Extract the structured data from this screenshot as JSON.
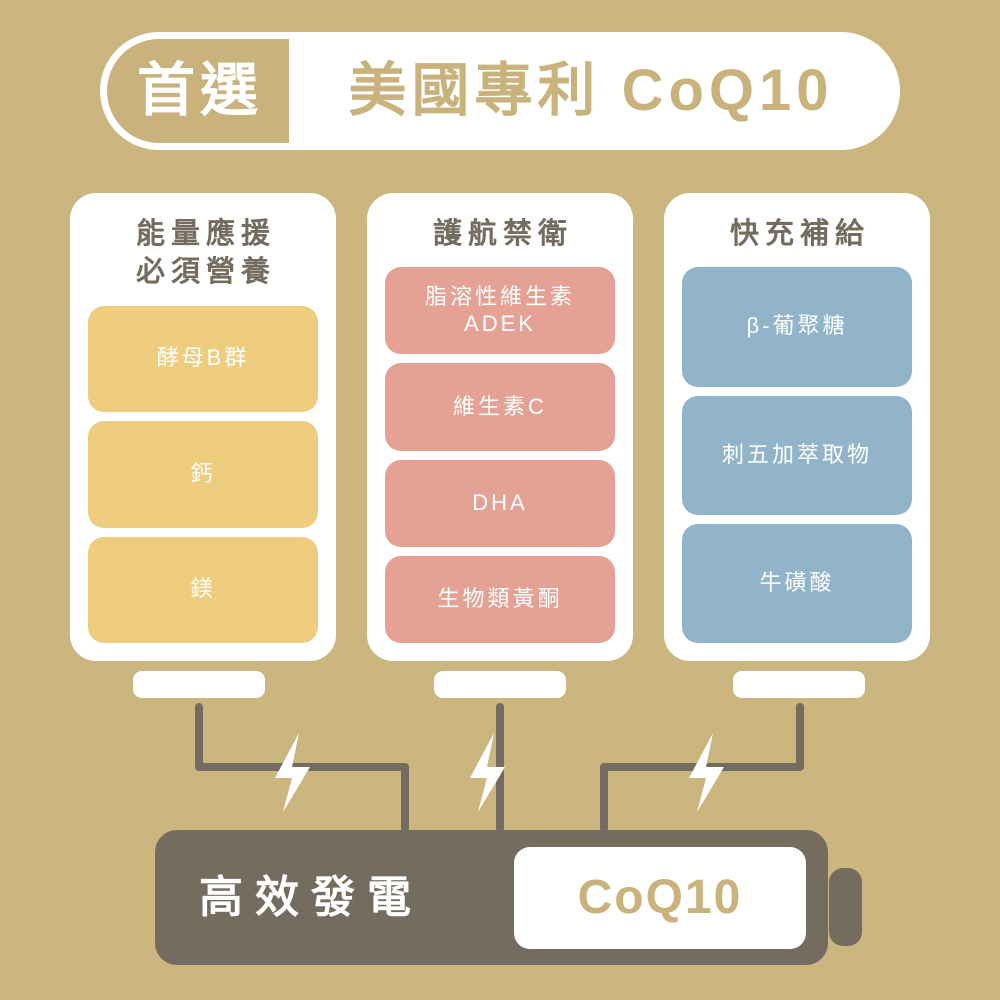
{
  "background_color": "#cbb67f",
  "header": {
    "badge_label": "首選",
    "title": "美國專利 CoQ10",
    "badge_bg": "#c9b27c",
    "badge_text_color": "#ffffff",
    "title_color": "#c9b27c"
  },
  "columns": [
    {
      "title": "能量應援\n必須營養",
      "accent_color": "#eecd7e",
      "items": [
        {
          "label": "酵母B群"
        },
        {
          "label": "鈣"
        },
        {
          "label": "鎂"
        }
      ]
    },
    {
      "title": "護航禁衛",
      "accent_color": "#e5a294",
      "items": [
        {
          "label": "脂溶性維生素\nADEK"
        },
        {
          "label": "維生素C"
        },
        {
          "label": "DHA"
        },
        {
          "label": "生物類黃酮"
        }
      ]
    },
    {
      "title": "快充補給",
      "accent_color": "#92b4cb",
      "items": [
        {
          "label": "β-葡聚糖"
        },
        {
          "label": "刺五加萃取物"
        },
        {
          "label": "牛磺酸"
        }
      ]
    }
  ],
  "connectors": {
    "wire_color": "#756c60",
    "bolt_color": "#ffffff",
    "bolt_count": 3,
    "tab_color": "#ffffff"
  },
  "battery": {
    "label": "高效發電",
    "chip_label": "CoQ10",
    "body_color": "#756c60",
    "label_color": "#ffffff",
    "chip_bg": "#ffffff",
    "chip_text_color": "#c9b27c"
  }
}
